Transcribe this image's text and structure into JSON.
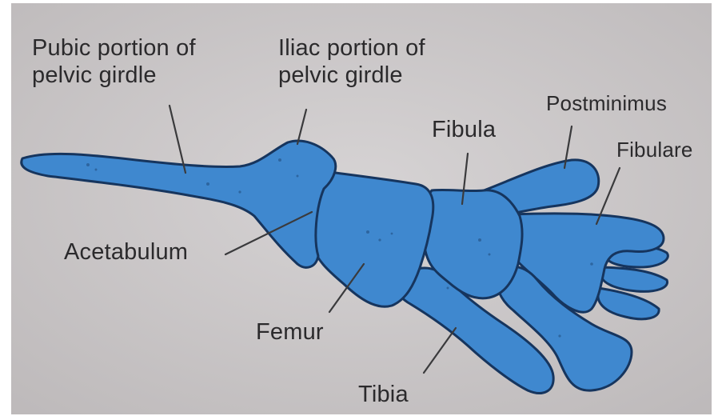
{
  "colors": {
    "background": "#cfcccd",
    "bone": "#3f88cf",
    "bone_shadow": "#16355e",
    "text": "#2b2a2c",
    "leader": "#3a3a3c"
  },
  "labels": {
    "pubic": {
      "line1": "Pubic portion of",
      "line2": "pelvic girdle"
    },
    "iliac": {
      "line1": "Iliac portion of",
      "line2": "pelvic girdle"
    },
    "fibula": "Fibula",
    "postminimus": "Postminimus",
    "fibulare": "Fibulare",
    "acetabulum": "Acetabulum",
    "femur": "Femur",
    "tibia": "Tibia"
  }
}
